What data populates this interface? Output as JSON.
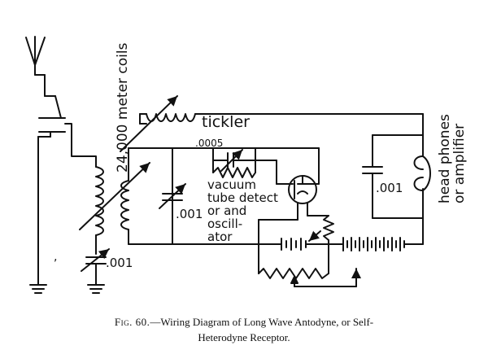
{
  "labels": {
    "coils": "24,000 meter coils",
    "tickler": "tickler",
    "grid_cap": ".0005",
    "tuning_cap": ".001",
    "antenna_cap": ".001",
    "tube_line1": "vacuum",
    "tube_line2": "tube detect",
    "tube_line3": "or and",
    "tube_line4": "oscill-",
    "tube_line5": "ator",
    "bypass_cap": ".001",
    "phones_line1": "head phones",
    "phones_line2": "or amplifier"
  },
  "caption": {
    "fig": "Fig. 60.",
    "line1": "—Wiring Diagram of Long Wave Antodyne, or Self-",
    "line2": "Heterodyne Receptor."
  }
}
